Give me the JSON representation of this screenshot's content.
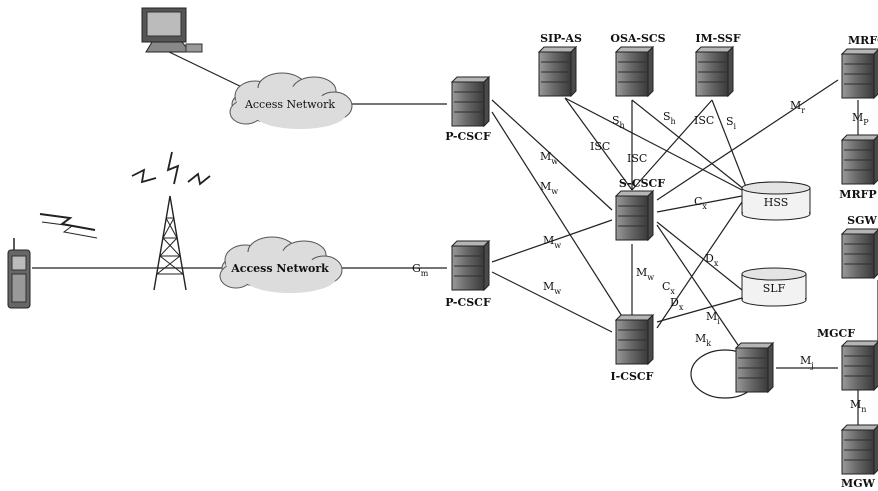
{
  "nodes": {
    "sip_as": "SIP-AS",
    "osa_scs": "OSA-SCS",
    "im_ssf": "IM-SSF",
    "mrfc": "MRFC",
    "p_cscf_top": "P-CSCF",
    "p_cscf_bottom": "P-CSCF",
    "s_cscf": "S-CSCF",
    "i_cscf": "I-CSCF",
    "hss": "HSS",
    "slf": "SLF",
    "mrfp": "MRFP",
    "sgw": "SGW",
    "mgcf": "MGCF",
    "mgw": "MGW"
  },
  "clouds": {
    "access_top": "Access Network",
    "access_bottom": "Access Network"
  },
  "interfaces": {
    "sh_1": {
      "base": "S",
      "sub": "h"
    },
    "sh_2": {
      "base": "S",
      "sub": "h"
    },
    "si": {
      "base": "S",
      "sub": "i"
    },
    "isc_1": {
      "base": "ISC",
      "sub": ""
    },
    "isc_2": {
      "base": "ISC",
      "sub": ""
    },
    "isc_3": {
      "base": "ISC",
      "sub": ""
    },
    "mr": {
      "base": "M",
      "sub": "r"
    },
    "mp": {
      "base": "M",
      "sub": "P"
    },
    "mw_1": {
      "base": "M",
      "sub": "w"
    },
    "mw_2": {
      "base": "M",
      "sub": "w"
    },
    "mw_3": {
      "base": "M",
      "sub": "w"
    },
    "mw_4": {
      "base": "M",
      "sub": "w"
    },
    "mw_5": {
      "base": "M",
      "sub": "w"
    },
    "cx_1": {
      "base": "C",
      "sub": "x"
    },
    "cx_2": {
      "base": "C",
      "sub": "x"
    },
    "dx_1": {
      "base": "D",
      "sub": "x"
    },
    "dx_2": {
      "base": "D",
      "sub": "x"
    },
    "gm": {
      "base": "G",
      "sub": "m"
    },
    "mi": {
      "base": "M",
      "sub": "i"
    },
    "mk": {
      "base": "M",
      "sub": "k"
    },
    "mj": {
      "base": "M",
      "sub": "j"
    },
    "mn": {
      "base": "M",
      "sub": "n"
    }
  },
  "colors": {
    "server_dark": "#3d3d3d",
    "server_mid": "#6b6b6b",
    "server_light": "#a8a8a8",
    "cloud_fill": "#dcdcdc",
    "db_fill": "#f2f2f2",
    "line": "#222222"
  },
  "icons": {
    "computer": "desktop-computer-icon",
    "tower": "radio-tower-icon",
    "phone": "mobile-phone-icon",
    "lightning": "radio-signal-icon"
  }
}
